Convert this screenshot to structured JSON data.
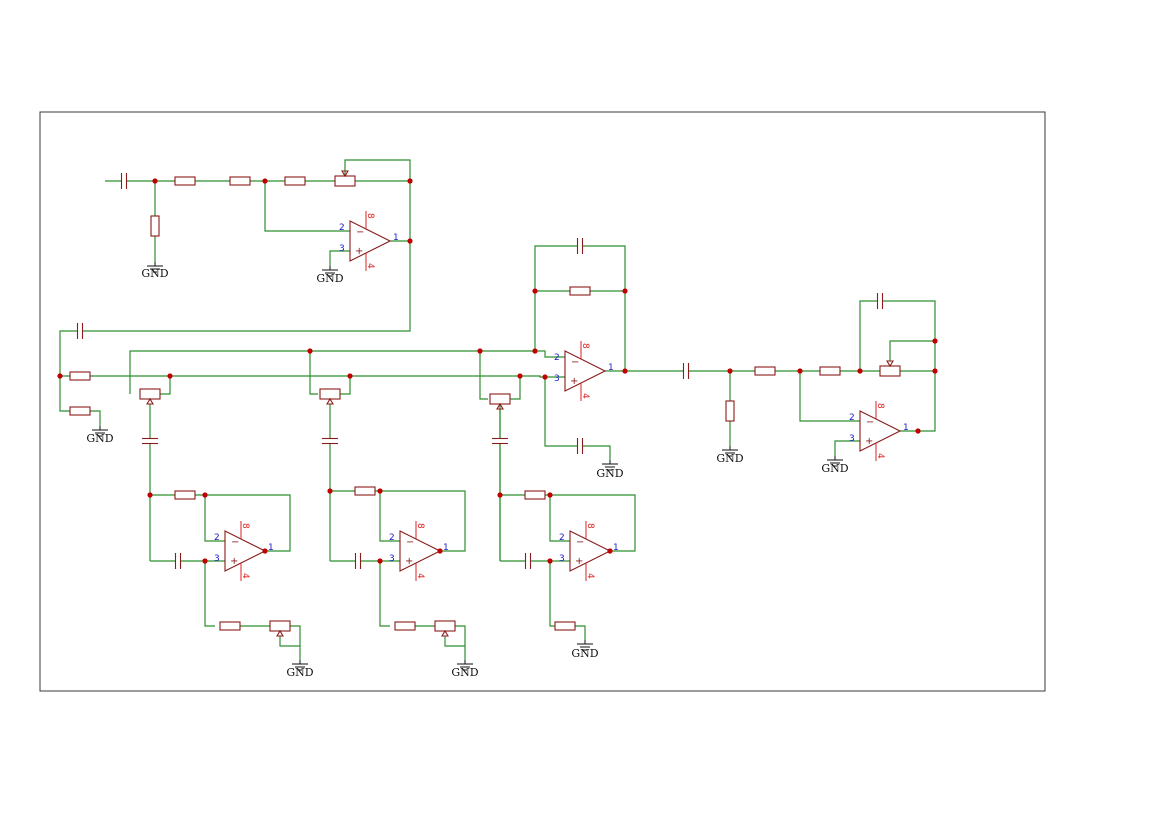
{
  "gnd_label": "GND",
  "opamp_pins": {
    "inverting": "2",
    "noninverting": "3",
    "output": "1",
    "vplus": "8",
    "vminus": "4"
  },
  "opamp_signs": {
    "minus": "−",
    "plus": "+"
  },
  "colors": {
    "wire": "#2f8f2f",
    "component": "#8b1a1a",
    "junction": "#c00000",
    "pin_number": "#1a1acc",
    "power_pin": "#dd2222",
    "frame": "#3a3a3a"
  }
}
